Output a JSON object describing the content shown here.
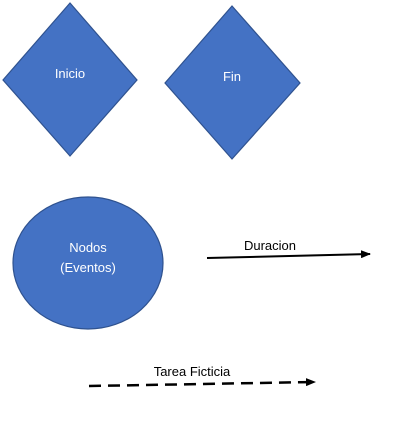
{
  "colors": {
    "shape_fill": "#4472c4",
    "shape_stroke": "#2f528f",
    "arrow": "#000000",
    "background": "#ffffff"
  },
  "legend": {
    "start": {
      "label": "Inicio",
      "shape": "diamond"
    },
    "end": {
      "label": "Fin",
      "shape": "diamond"
    },
    "node": {
      "label_line1": "Nodos",
      "label_line2": "(Eventos)",
      "shape": "ellipse"
    },
    "duration": {
      "label": "Duracion",
      "line_style": "solid"
    },
    "dummy_task": {
      "label": "Tarea Ficticia",
      "line_style": "dashed"
    }
  }
}
